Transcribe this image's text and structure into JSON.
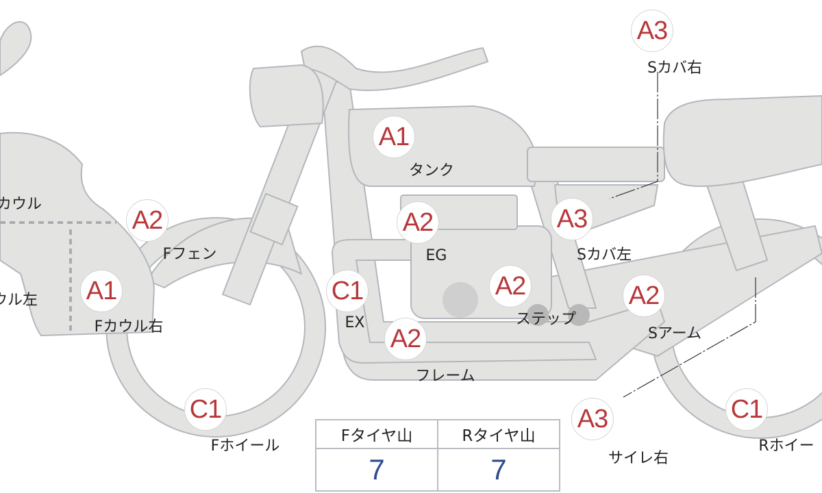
{
  "colors": {
    "part_fill": "#e3e3e1",
    "part_stroke": "#b3b7bc",
    "code": "#b8373a",
    "value": "#2e4a8f"
  },
  "markers": [
    {
      "code": "A1",
      "label": "タンク"
    },
    {
      "code": "A2",
      "label": "Fフェン"
    },
    {
      "code": "A1",
      "label": "Fカウル右"
    },
    {
      "code": "A2",
      "label": "EG"
    },
    {
      "code": "A3",
      "label": "Sカバ左"
    },
    {
      "code": "A3",
      "label": "Sカバ右"
    },
    {
      "code": "C1",
      "label": "EX"
    },
    {
      "code": "A2",
      "label": "ステップ"
    },
    {
      "code": "A2",
      "label": "フレーム"
    },
    {
      "code": "A2",
      "label": "Sアーム"
    },
    {
      "code": "A3",
      "label": "サイレ右"
    },
    {
      "code": "C1",
      "label": "Fホイール"
    },
    {
      "code": "C1",
      "label": "Rホイー"
    }
  ],
  "partial_labels": [
    "カウル",
    "ウル左"
  ],
  "tire_table": {
    "headers": [
      "Fタイヤ山",
      "Rタイヤ山"
    ],
    "values": [
      "7",
      "7"
    ]
  }
}
